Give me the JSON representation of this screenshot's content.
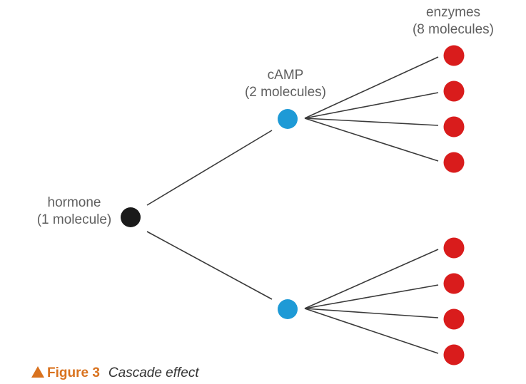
{
  "labels": {
    "hormone": [
      "hormone",
      "(1 molecule)"
    ],
    "camp": [
      "cAMP",
      "(2 molecules)"
    ],
    "enzymes": [
      "enzymes",
      "(8 molecules)"
    ]
  },
  "caption": {
    "figure": "Figure 3",
    "title": "Cascade effect"
  },
  "colors": {
    "hormone": "#1a1a1a",
    "camp": "#1e9ad6",
    "enzyme": "#d91c1c",
    "line": "#3a3a3a",
    "accent": "#d9721e"
  },
  "counts": {
    "hormone": 1,
    "camp": 2,
    "enzymes": 8
  }
}
